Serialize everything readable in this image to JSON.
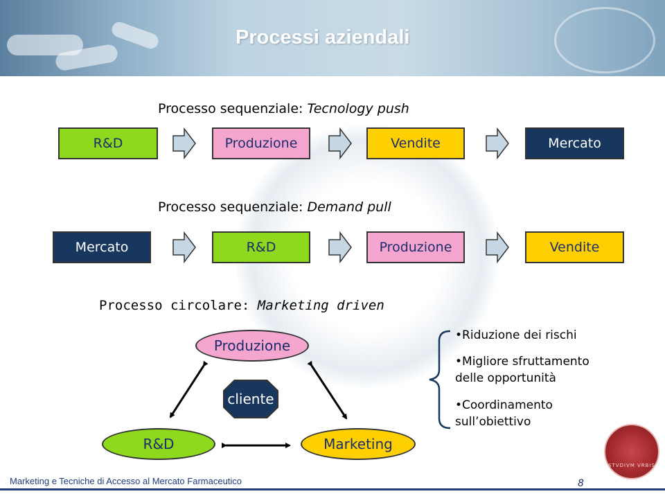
{
  "slide": {
    "title": "Processi aziendali",
    "section1": {
      "heading_prefix": "Processo sequenziale: ",
      "heading_italic": "Tecnology push",
      "boxes": [
        "R&D",
        "Produzione",
        "Vendite",
        "Mercato"
      ]
    },
    "section2": {
      "heading_prefix": "Processo sequenziale: ",
      "heading_italic": "Demand pull",
      "boxes": [
        "Mercato",
        "R&D",
        "Produzione",
        "Vendite"
      ]
    },
    "section3": {
      "heading_prefix": "Processo circolare: ",
      "heading_italic": "Marketing driven",
      "nodes": {
        "top": "Produzione",
        "center": "cliente",
        "left": "R&D",
        "right": "Marketing"
      }
    },
    "bullets": [
      {
        "text": "Riduzione dei rischi"
      },
      {
        "line1": "Migliore sfruttamento",
        "line2": "delle opportunità"
      },
      {
        "line1": "Coordinamento",
        "line2": "sull’obiettivo"
      }
    ],
    "footer": {
      "text": "Marketing e Tecniche di Accesso al Mercato Farmaceutico",
      "page": "8"
    },
    "seal": {
      "text": "STVDIVM VRBIS"
    }
  },
  "colors": {
    "green": "#8ed81d",
    "pink": "#f4a6cf",
    "yellow": "#ffd000",
    "navy": "#17375e",
    "arrow_fill": "#c5d6e4"
  }
}
